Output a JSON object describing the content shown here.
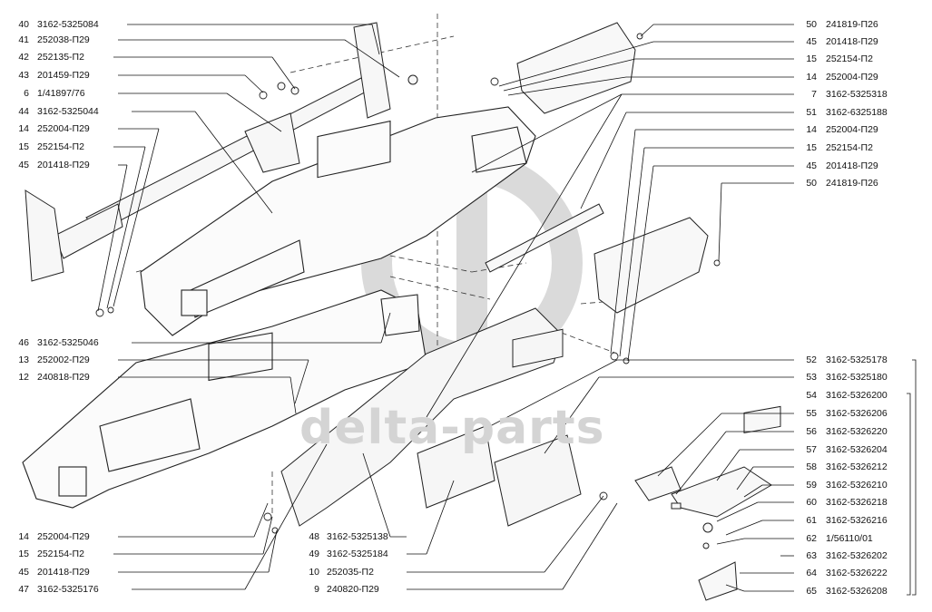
{
  "watermark": "delta-parts",
  "callouts_left": [
    {
      "num": "40",
      "part": "3162-5325084"
    },
    {
      "num": "41",
      "part": "252038-П29"
    },
    {
      "num": "42",
      "part": "252135-П2"
    },
    {
      "num": "43",
      "part": "201459-П29"
    },
    {
      "num": "6",
      "part": "1/41897/76"
    },
    {
      "num": "44",
      "part": "3162-5325044"
    },
    {
      "num": "14",
      "part": "252004-П29"
    },
    {
      "num": "15",
      "part": "252154-П2"
    },
    {
      "num": "45",
      "part": "201418-П29"
    },
    {
      "num": "46",
      "part": "3162-5325046"
    },
    {
      "num": "13",
      "part": "252002-П29"
    },
    {
      "num": "12",
      "part": "240818-П29"
    },
    {
      "num": "14",
      "part": "252004-П29"
    },
    {
      "num": "15",
      "part": "252154-П2"
    },
    {
      "num": "45",
      "part": "201418-П29"
    },
    {
      "num": "47",
      "part": "3162-5325176"
    }
  ],
  "callouts_bottom": [
    {
      "num": "48",
      "part": "3162-5325138"
    },
    {
      "num": "49",
      "part": "3162-5325184"
    },
    {
      "num": "10",
      "part": "252035-П2"
    },
    {
      "num": "9",
      "part": "240820-П29"
    }
  ],
  "callouts_right": [
    {
      "num": "50",
      "part": "241819-П26"
    },
    {
      "num": "45",
      "part": "201418-П29"
    },
    {
      "num": "15",
      "part": "252154-П2"
    },
    {
      "num": "14",
      "part": "252004-П29"
    },
    {
      "num": "7",
      "part": "3162-5325318"
    },
    {
      "num": "51",
      "part": "3162-6325188"
    },
    {
      "num": "14",
      "part": "252004-П29"
    },
    {
      "num": "15",
      "part": "252154-П2"
    },
    {
      "num": "45",
      "part": "201418-П29"
    },
    {
      "num": "50",
      "part": "241819-П26"
    },
    {
      "num": "52",
      "part": "3162-5325178"
    },
    {
      "num": "53",
      "part": "3162-5325180"
    },
    {
      "num": "54",
      "part": "3162-5326200"
    },
    {
      "num": "55",
      "part": "3162-5326206"
    },
    {
      "num": "56",
      "part": "3162-5326220"
    },
    {
      "num": "57",
      "part": "3162-5326204"
    },
    {
      "num": "58",
      "part": "3162-5326212"
    },
    {
      "num": "59",
      "part": "3162-5326210"
    },
    {
      "num": "60",
      "part": "3162-5326218"
    },
    {
      "num": "61",
      "part": "3162-5326216"
    },
    {
      "num": "62",
      "part": "1/56110/01"
    },
    {
      "num": "63",
      "part": "3162-5326202"
    },
    {
      "num": "64",
      "part": "3162-5326222"
    },
    {
      "num": "65",
      "part": "3162-5326208"
    }
  ]
}
